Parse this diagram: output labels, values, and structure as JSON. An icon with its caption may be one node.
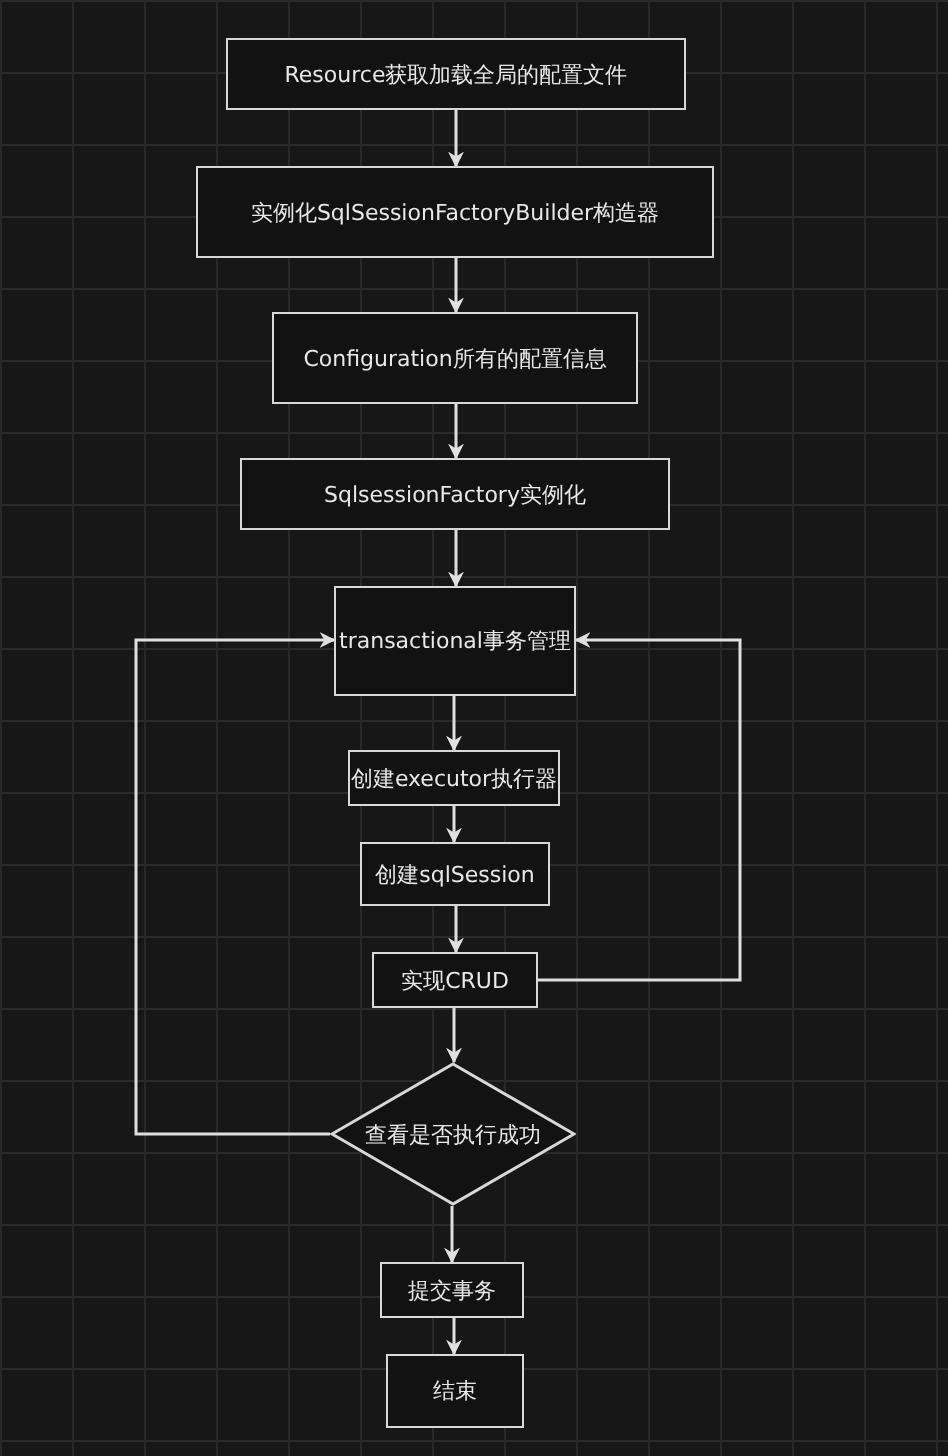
{
  "diagram": {
    "nodes": [
      {
        "text": [
          "Resource获取加载全局的配置文件"
        ]
      },
      {
        "text": [
          "实例化SqlSessionFactoryBuilder构造器"
        ]
      },
      {
        "text": [
          "Configuration所有的配置信息"
        ]
      },
      {
        "text": [
          "SqlsessionFactory实例化"
        ]
      },
      {
        "text": [
          "transactional事务管理"
        ]
      },
      {
        "text": [
          "创建executor执行器"
        ]
      },
      {
        "text": [
          "创建sqlSession"
        ]
      },
      {
        "text": [
          "实现CRUD"
        ]
      },
      {
        "text": [
          "查看是否执行成功"
        ]
      },
      {
        "text": [
          "提交事务"
        ]
      },
      {
        "text": [
          "结束"
        ]
      }
    ],
    "edges": [
      {
        "from": 0,
        "to": 1,
        "arrow": "to"
      },
      {
        "from": 1,
        "to": 2,
        "arrow": "to"
      },
      {
        "from": 2,
        "to": 3,
        "arrow": "to"
      },
      {
        "from": 3,
        "to": 4,
        "arrow": "to"
      },
      {
        "from": 4,
        "to": 5,
        "arrow": "to"
      },
      {
        "from": 5,
        "to": 6,
        "arrow": "to"
      },
      {
        "from": 6,
        "to": 7,
        "arrow": "to"
      },
      {
        "from": 7,
        "to": 8,
        "arrow": "to"
      },
      {
        "from": 8,
        "to": 9,
        "arrow": "to"
      },
      {
        "from": 9,
        "to": 10,
        "arrow": "to"
      },
      {
        "from": 7,
        "to": 4,
        "arrow": "to"
      },
      {
        "from": 8,
        "to": 4,
        "arrow": "to"
      }
    ]
  }
}
